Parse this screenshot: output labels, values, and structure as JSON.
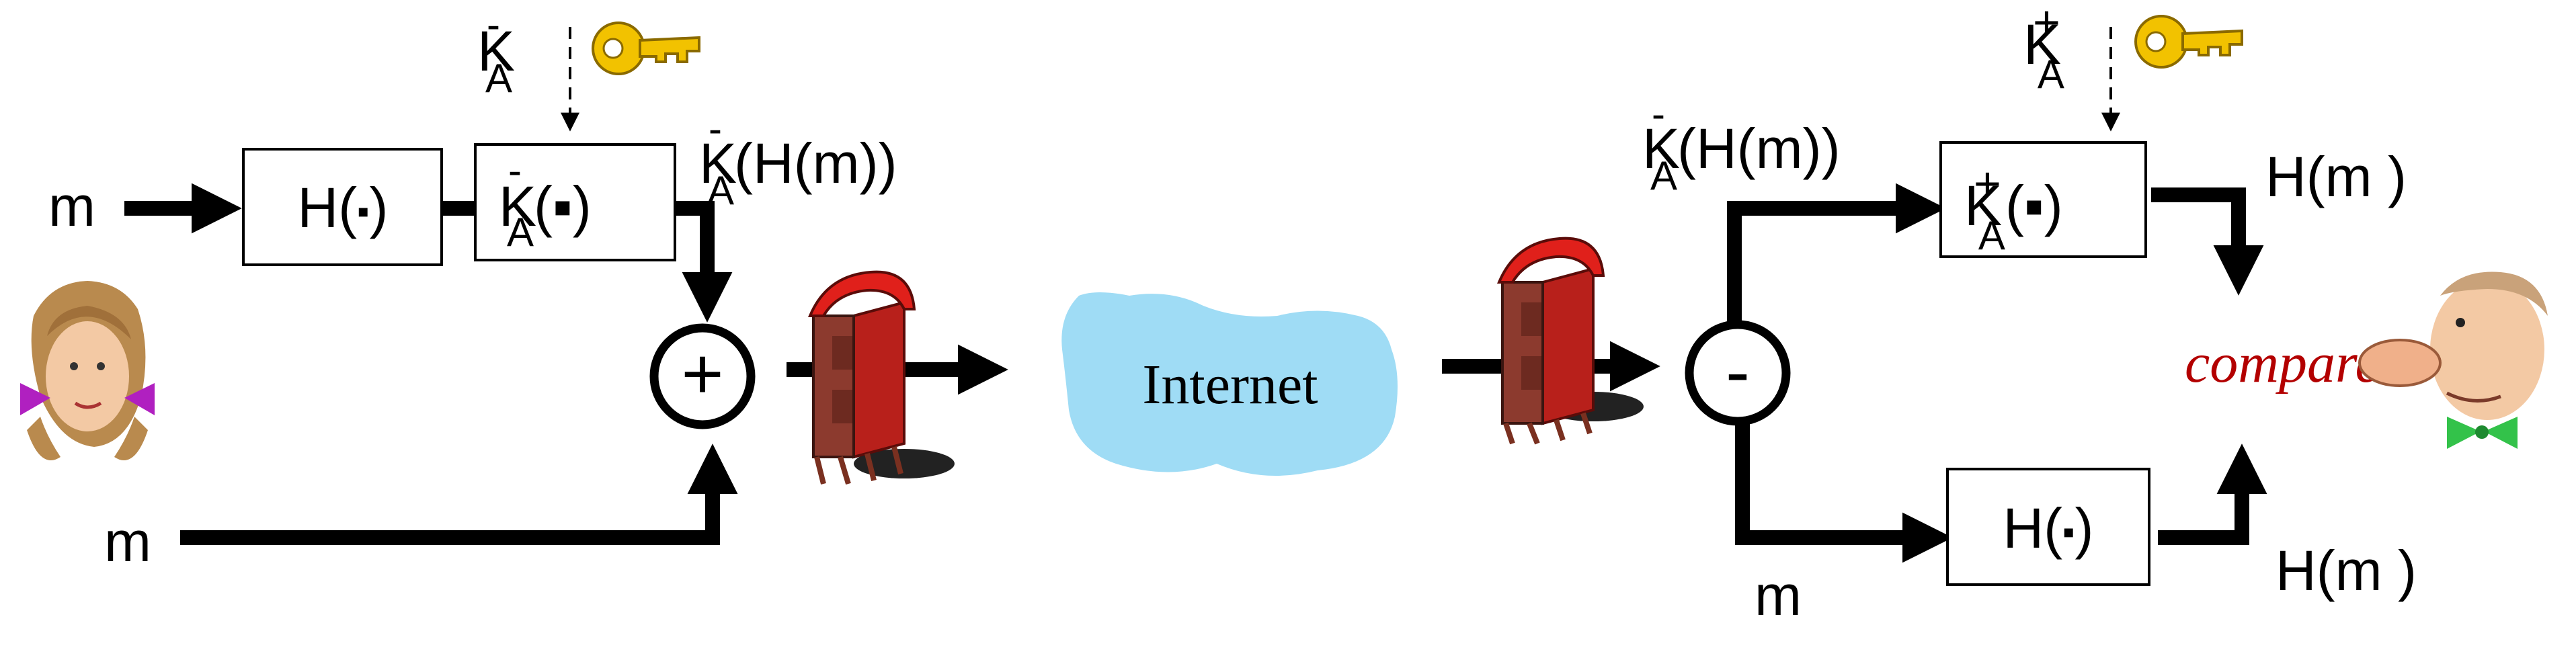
{
  "sender": {
    "input_m_top": "m",
    "input_m_bottom": "m",
    "hash_box": {
      "base": "H(",
      "dot": "▪",
      "close": ")"
    },
    "sign_box": {
      "K": "K",
      "sup": "-",
      "sub": "A",
      "dot": "(▪)"
    },
    "private_key_label": {
      "K": "K",
      "sup": "-",
      "sub": "A"
    },
    "signed_label": {
      "K": "K",
      "sup": "-",
      "sub": "A",
      "rest": "(H(m))"
    },
    "combine_symbol": "+"
  },
  "network": {
    "label": "Internet",
    "cloud_color": "#9fdcf5"
  },
  "receiver": {
    "signed_label": {
      "K": "K",
      "sup": "-",
      "sub": "A",
      "rest": "(H(m))"
    },
    "public_key_label": {
      "K": "K",
      "sup": "+",
      "sub": "A"
    },
    "verify_box": {
      "K": "K",
      "sup": "+",
      "sub": "A",
      "dot": "(▪)"
    },
    "hash_box": {
      "base": "H(",
      "dot": "▪",
      "close": ")"
    },
    "split_symbol": "-",
    "input_m": "m",
    "hm_top": "H(m )",
    "hm_bottom": "H(m )",
    "compare": "compare",
    "compare_color": "#b30000"
  },
  "icons": {
    "key_color": "#f2c200",
    "mailbox_color": "#e0201b"
  }
}
